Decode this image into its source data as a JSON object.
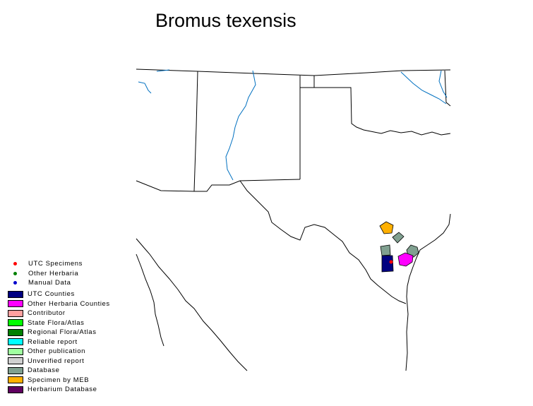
{
  "title": "Bromus texensis",
  "legend_points": [
    {
      "label": "UTC Specimens",
      "color": "#ff0000"
    },
    {
      "label": "Other Herbaria",
      "color": "#008000"
    },
    {
      "label": "Manual Data",
      "color": "#0000cc"
    }
  ],
  "legend_areas": [
    {
      "label": "UTC Counties",
      "color": "#000080"
    },
    {
      "label": "Other Herbaria Counties",
      "color": "#ff00ff"
    },
    {
      "label": "Contributor",
      "color": "#ffa0a0"
    },
    {
      "label": "State Flora/Atlas",
      "color": "#00ff00"
    },
    {
      "label": "Regional Flora/Atlas",
      "color": "#008000"
    },
    {
      "label": "Reliable report",
      "color": "#00ffff"
    },
    {
      "label": "Other publication",
      "color": "#a0ffa0"
    },
    {
      "label": "Unverified report",
      "color": "#d0d0d0"
    },
    {
      "label": "Database",
      "color": "#80a090"
    },
    {
      "label": "Specimen by MEB",
      "color": "#ffb000"
    },
    {
      "label": "Herbarium Database",
      "color": "#600060"
    }
  ],
  "map_colors": {
    "boundary": "#000000",
    "river": "#0070c0"
  }
}
